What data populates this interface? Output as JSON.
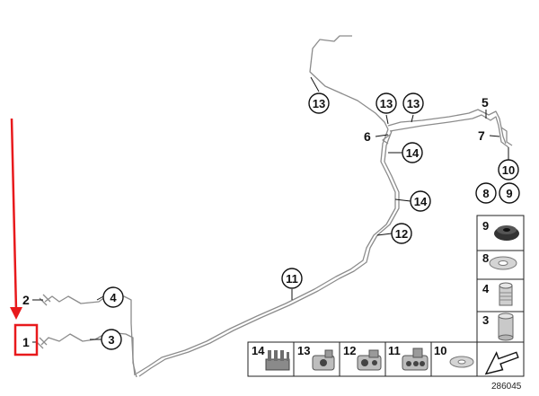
{
  "diagram_id": "286045",
  "callouts": [
    {
      "id": "c13a",
      "label": "13"
    },
    {
      "id": "c13b",
      "label": "13"
    },
    {
      "id": "c13c",
      "label": "13"
    },
    {
      "id": "c14a",
      "label": "14"
    },
    {
      "id": "c14b",
      "label": "14"
    },
    {
      "id": "c12",
      "label": "12"
    },
    {
      "id": "c11",
      "label": "11"
    },
    {
      "id": "c10",
      "label": "10"
    },
    {
      "id": "c8",
      "label": "8"
    },
    {
      "id": "c9",
      "label": "9"
    },
    {
      "id": "c4",
      "label": "4"
    },
    {
      "id": "c3",
      "label": "3"
    }
  ],
  "plain_labels": [
    {
      "id": "l5",
      "label": "5"
    },
    {
      "id": "l6",
      "label": "6"
    },
    {
      "id": "l7",
      "label": "7"
    },
    {
      "id": "l2",
      "label": "2"
    },
    {
      "id": "l1",
      "label": "1"
    }
  ],
  "parts_column": [
    {
      "id": "p9",
      "label": "9",
      "icon": "grommet-icon"
    },
    {
      "id": "p8",
      "label": "8",
      "icon": "washer-icon"
    },
    {
      "id": "p4",
      "label": "4",
      "icon": "threaded-bushing-icon"
    },
    {
      "id": "p3",
      "label": "3",
      "icon": "bushing-icon"
    }
  ],
  "parts_row": [
    {
      "id": "p14",
      "label": "14",
      "icon": "pipe-clip-strip-icon"
    },
    {
      "id": "p13",
      "label": "13",
      "icon": "pipe-holder-icon"
    },
    {
      "id": "p12",
      "label": "12",
      "icon": "double-holder-icon"
    },
    {
      "id": "p11",
      "label": "11",
      "icon": "triple-holder-icon"
    },
    {
      "id": "p10",
      "label": "10",
      "icon": "washer-icon"
    }
  ],
  "colors": {
    "highlight": "#e8191c",
    "line": "#8c8c8c",
    "ink": "#111111",
    "frame": "#222222"
  }
}
